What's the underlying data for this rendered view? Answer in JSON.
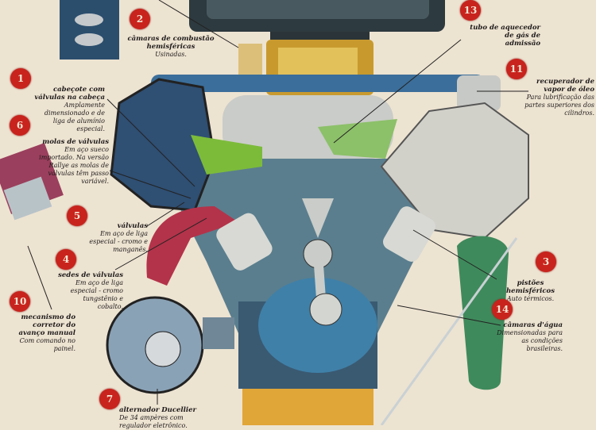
{
  "callouts": [
    {
      "num": "1",
      "title": "cabeçote com válvulas na cabeça",
      "desc": "Amplamente dimensionado e de liga de alumínio especial."
    },
    {
      "num": "2",
      "title": "câmaras de combustão hemisféricas",
      "desc": "Usinadas."
    },
    {
      "num": "3",
      "title": "pistões hemisféricos",
      "desc": "Auto térmicos."
    },
    {
      "num": "4",
      "title": "sedes de válvulas",
      "desc": "Em aço de liga especial - cromo tungstênio e cobalto."
    },
    {
      "num": "5",
      "title": "válvulas",
      "desc": "Em aço de liga especial - cromo e manganês."
    },
    {
      "num": "6",
      "title": "molas de válvulas",
      "desc": "Em aço sueco importado. Na versão Rallye as molas de válvulas têm passo variável."
    },
    {
      "num": "7",
      "title": "alternador Ducellier",
      "desc": "De 34 ampères com regulador eletrônico."
    },
    {
      "num": "10",
      "title": "mecanismo do corretor do avanço manual",
      "desc": "Com comando no painel."
    },
    {
      "num": "11",
      "title": "recuperador de vapor de óleo",
      "desc": "Para lubrificação das partes superiores dos cilindros."
    },
    {
      "num": "13",
      "title": "tubo de aquecedor de gás de admissão",
      "desc": ""
    },
    {
      "num": "14",
      "title": "câmaras d'água",
      "desc": "Dimensionadas para as condições brasileiras."
    }
  ],
  "colors": {
    "badge": "#c8231d",
    "paper": "#ede3d1",
    "block": "#4a6f86",
    "green": "#3f8a5c",
    "red": "#b3334a"
  }
}
